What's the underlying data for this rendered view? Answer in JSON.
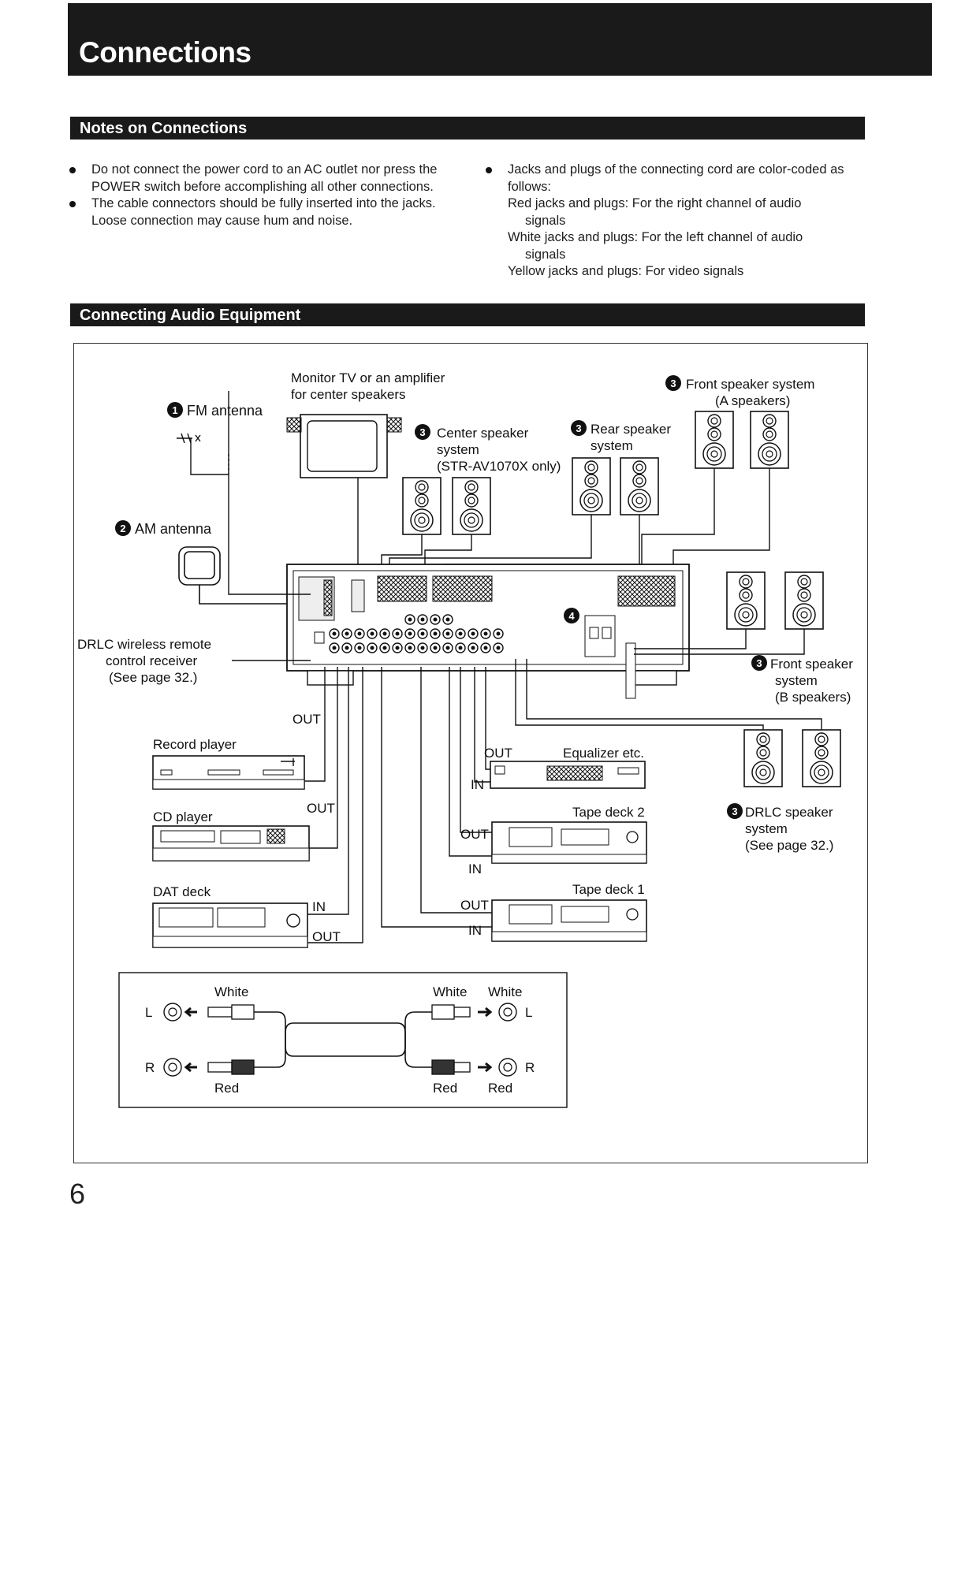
{
  "header": {
    "title": "Connections"
  },
  "notes": {
    "heading": "Notes on Connections",
    "left": [
      "Do not connect the power cord to an AC outlet nor press the POWER switch before accomplishing all other connections.",
      "The cable connectors should be fully inserted into the jacks. Loose connection may cause hum and noise."
    ],
    "right_bullet": "Jacks and plugs of the connecting cord are color-coded as follows:",
    "right_lines": [
      "Red jacks and plugs: For the right channel of audio",
      "signals",
      "White jacks and plugs: For the left channel of audio",
      "signals",
      "Yellow jacks and plugs: For video signals"
    ]
  },
  "audio": {
    "heading": "Connecting Audio Equipment",
    "labels": {
      "fm_num": "1",
      "fm": "FM antenna",
      "am_num": "2",
      "am": "AM antenna",
      "monitor_1": "Monitor TV or an amplifier",
      "monitor_2": "for center speakers",
      "center_num": "3",
      "center_1": "Center speaker",
      "center_2": "system",
      "center_3": "(STR-AV1070X only)",
      "rear_num": "3",
      "rear_1": "Rear speaker",
      "rear_2": "system",
      "fronta_num": "3",
      "fronta_1": "Front speaker system",
      "fronta_2": "(A speakers)",
      "frontb_num": "3",
      "frontb_1": "Front speaker",
      "frontb_2": "system",
      "frontb_3": "(B speakers)",
      "drlc_num": "3",
      "drlc_1": "DRLC speaker",
      "drlc_2": "system",
      "drlc_3": "(See page 32.)",
      "remote_1": "DRLC wireless remote",
      "remote_2": "control receiver",
      "remote_3": "(See page 32.)",
      "num4": "4",
      "record_player": "Record player",
      "record_out": "OUT",
      "cd_player": "CD player",
      "cd_out": "OUT",
      "dat_deck": "DAT deck",
      "dat_in": "IN",
      "dat_out": "OUT",
      "eq": "Equalizer etc.",
      "eq_out": "OUT",
      "eq_in": "IN",
      "tape2": "Tape deck 2",
      "tape2_out": "OUT",
      "tape2_in": "IN",
      "tape1": "Tape deck 1",
      "tape1_out": "OUT",
      "tape1_in": "IN"
    },
    "cord_legend": {
      "white_left": "White",
      "white_mid": "White",
      "white_right": "White",
      "red_left": "Red",
      "red_mid": "Red",
      "red_right": "Red",
      "L_left": "L",
      "L_right": "L",
      "R_left": "R",
      "R_right": "R"
    }
  },
  "page_number": "6"
}
